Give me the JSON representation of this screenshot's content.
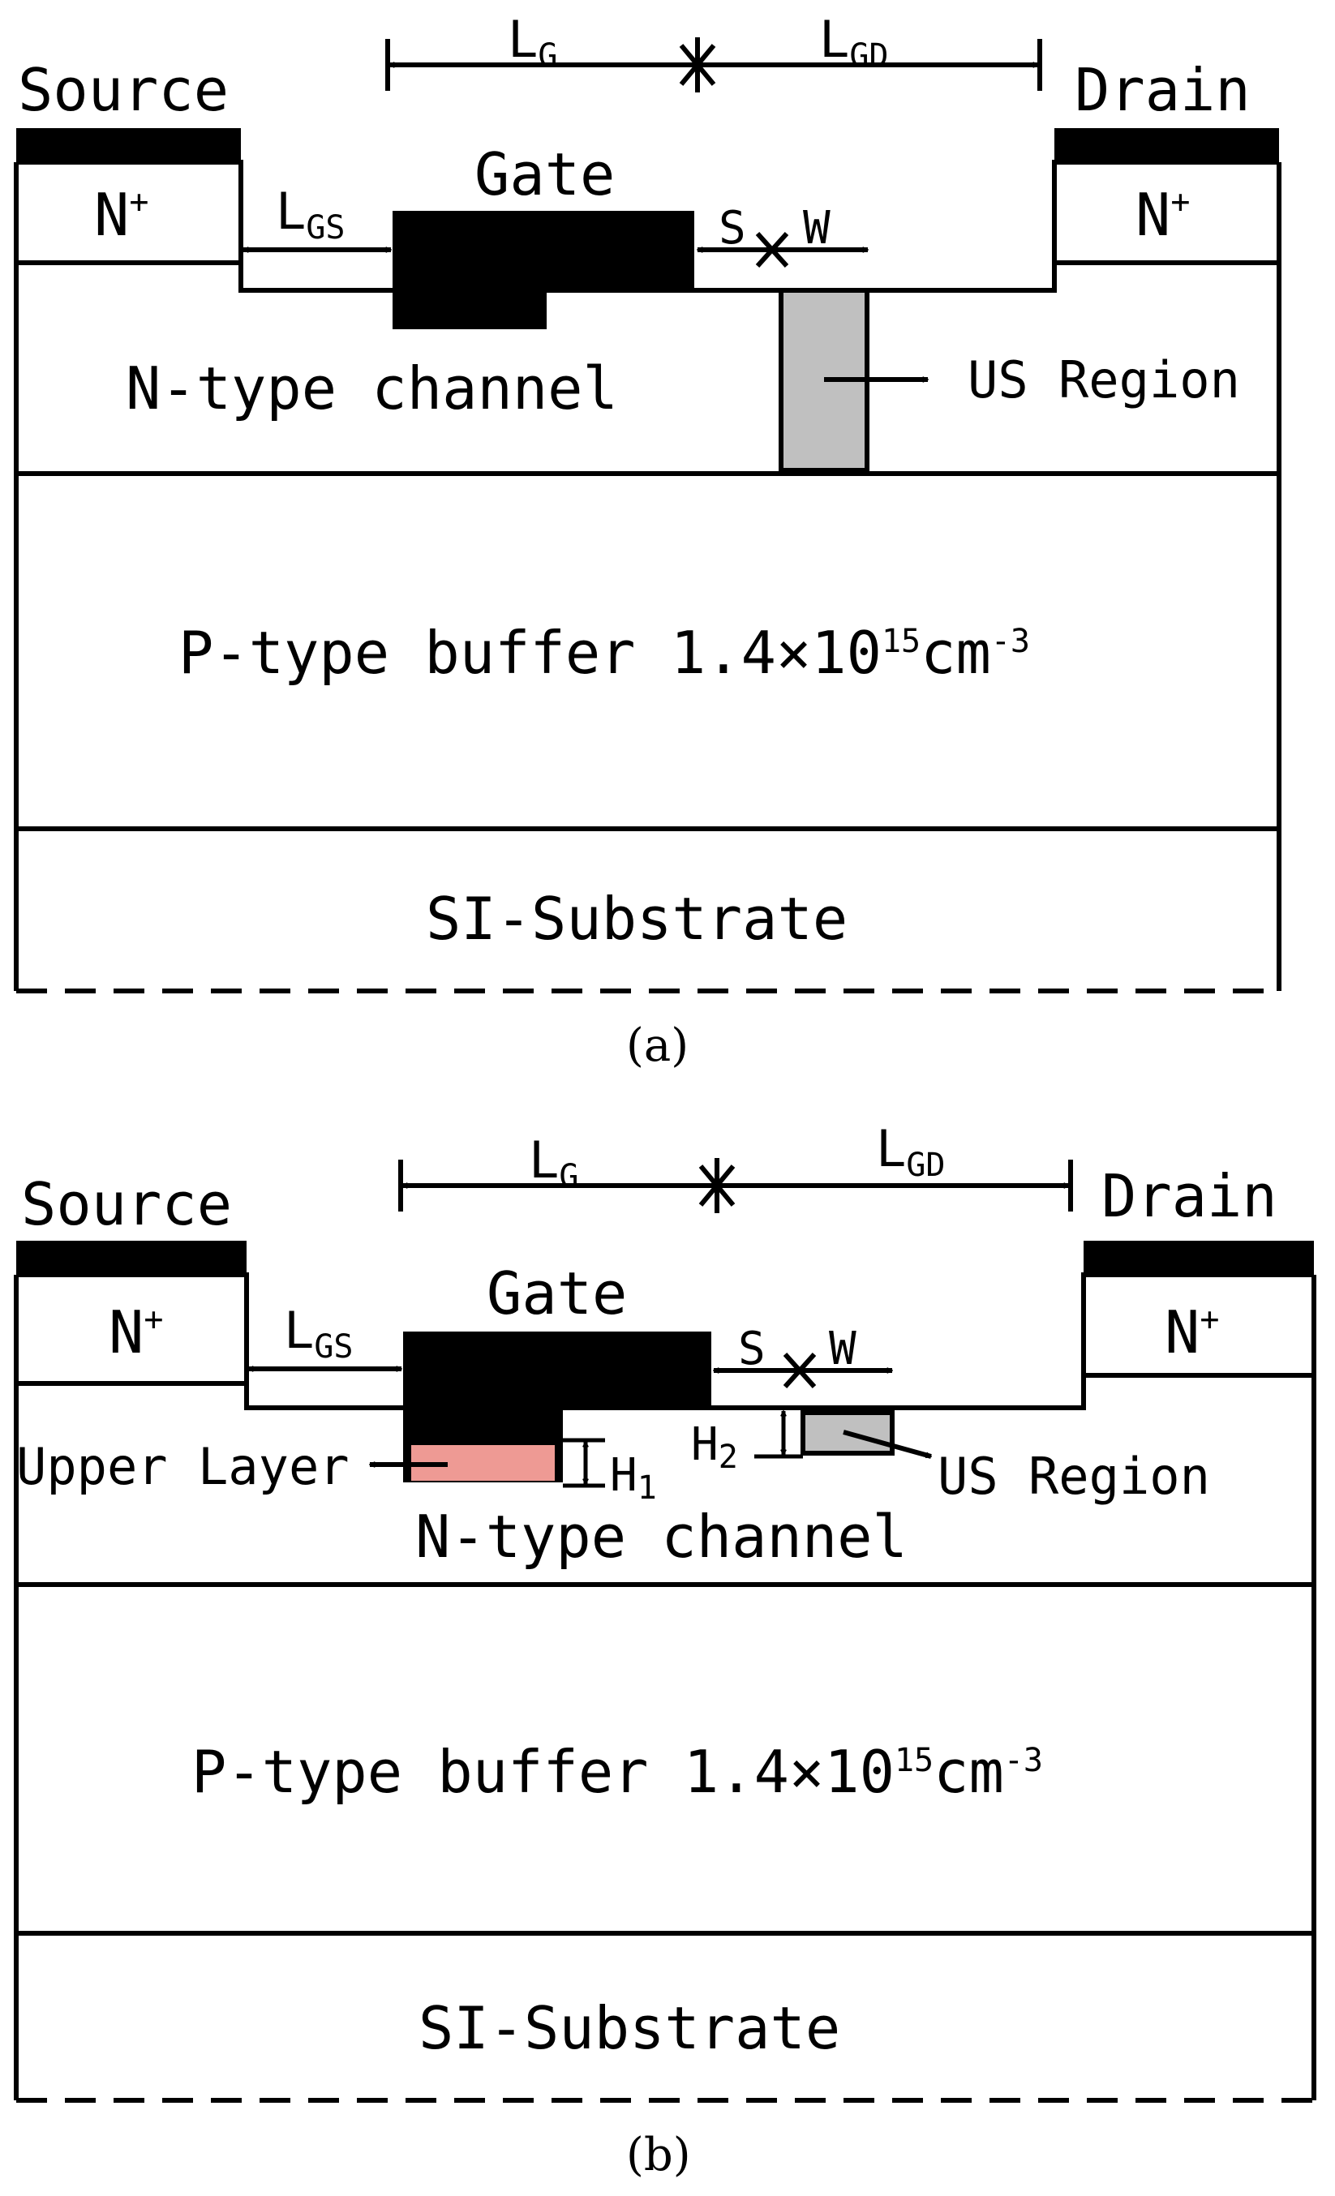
{
  "panel_a": {
    "source": "Source",
    "drain": "Drain",
    "n_plus_left": "N",
    "n_plus_right": "N",
    "plus": "+",
    "gate": "Gate",
    "lg_main": "L",
    "lg_sub": "G",
    "lgd_main": "L",
    "lgd_sub": "GD",
    "lgs_main": "L",
    "lgs_sub": "GS",
    "s": "S",
    "w": "W",
    "channel": "N-type channel",
    "us_region": "US Region",
    "buffer": "P-type buffer 1.4×10",
    "buffer_exp": "15",
    "buffer_unit": "cm",
    "buffer_unit_exp": "-3",
    "substrate": "SI-Substrate",
    "caption": "(a)"
  },
  "panel_b": {
    "source": "Source",
    "drain": "Drain",
    "n_plus_left": "N",
    "n_plus_right": "N",
    "plus": "+",
    "gate": "Gate",
    "lg_main": "L",
    "lg_sub": "G",
    "lgd_main": "L",
    "lgd_sub": "GD",
    "lgs_main": "L",
    "lgs_sub": "GS",
    "s": "S",
    "w": "W",
    "upper_layer": "Upper Layer",
    "h1_main": "H",
    "h1_sub": "1",
    "h2_main": "H",
    "h2_sub": "2",
    "us_region": "US Region",
    "channel": "N-type channel",
    "buffer": "P-type buffer  1.4×10",
    "buffer_exp": "15",
    "buffer_unit": "cm",
    "buffer_unit_exp": "-3",
    "substrate": "SI-Substrate",
    "caption": "(b)"
  },
  "colors": {
    "metal": "#000000",
    "us_region": "#c0c0c0",
    "upper_layer": "#ee9a94",
    "line": "#000000"
  }
}
